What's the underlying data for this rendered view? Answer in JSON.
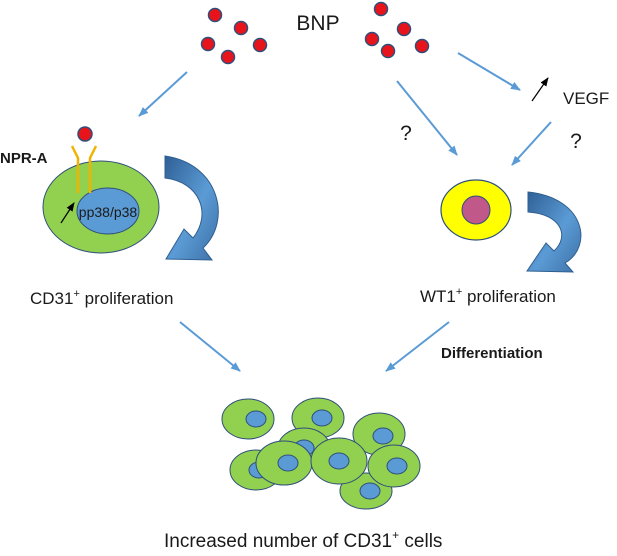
{
  "labels": {
    "bnp": "BNP",
    "npr_a": "NPR-A",
    "pp38": "pp38/p38",
    "vegf": "VEGF",
    "question": "?",
    "cd31_prefix": "CD31",
    "cd31_suffix": " proliferation",
    "wt1_prefix": "WT1",
    "wt1_suffix": " proliferation",
    "superscript": "+",
    "differentiation": "Differentiation",
    "bottom_prefix": "Increased number of CD31",
    "bottom_suffix": " cells"
  },
  "colors": {
    "bnp_dot": "#e8141c",
    "dot_stroke": "#2f4f7a",
    "endothelial_cell": "#92d050",
    "cell_nucleus": "#5b9bd5",
    "wt1_cell": "#ffff00",
    "wt1_nucleus": "#c0588a",
    "receptor": "#f0b400",
    "arrow": "#5b9bd5",
    "curved_arrow": "#3d6fa5"
  }
}
